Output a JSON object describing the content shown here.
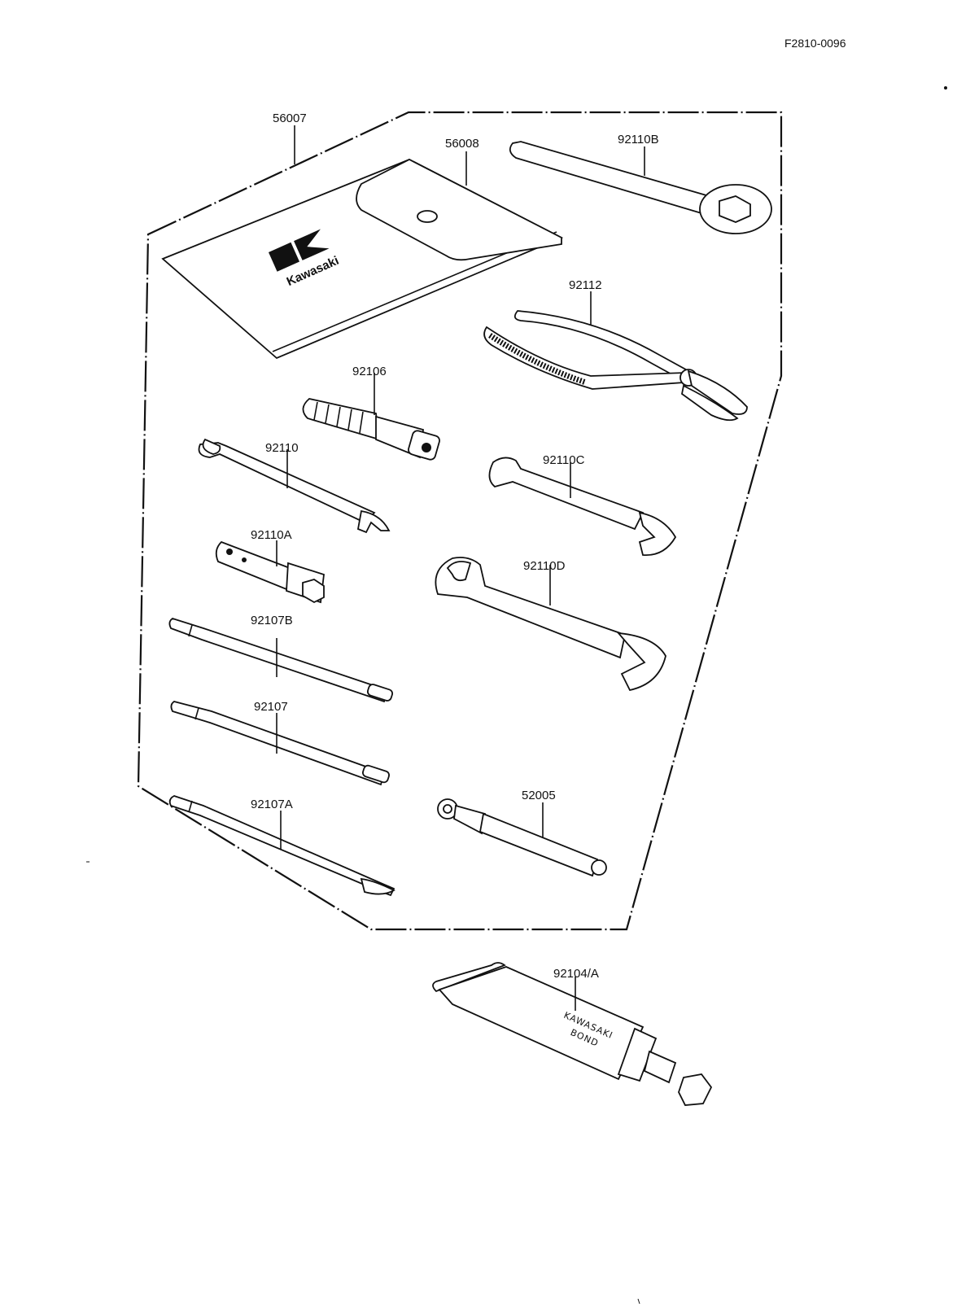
{
  "figure_ref": "F2810-0096",
  "brand_logo_text": "Kawasaki",
  "tube_text_line1": "KAWASAKI",
  "tube_text_line2": "BOND",
  "parts": [
    {
      "id": "tool-kit-outline",
      "label": "56007"
    },
    {
      "id": "tool-bag",
      "label": "56008"
    },
    {
      "id": "wrench-hex",
      "label": "92110B"
    },
    {
      "id": "pliers",
      "label": "92112"
    },
    {
      "id": "handle-extension",
      "label": "92106"
    },
    {
      "id": "wrench-thin",
      "label": "92110"
    },
    {
      "id": "wrench-open-small",
      "label": "92110C"
    },
    {
      "id": "spark-plug-wrench",
      "label": "92110A"
    },
    {
      "id": "wrench-open-large",
      "label": "92110D"
    },
    {
      "id": "screwdriver-b",
      "label": "92107B"
    },
    {
      "id": "screwdriver",
      "label": "92107"
    },
    {
      "id": "screwdriver-a",
      "label": "92107A"
    },
    {
      "id": "grease-gun-tool",
      "label": "52005"
    },
    {
      "id": "bond-tube",
      "label": "92104/A"
    }
  ]
}
